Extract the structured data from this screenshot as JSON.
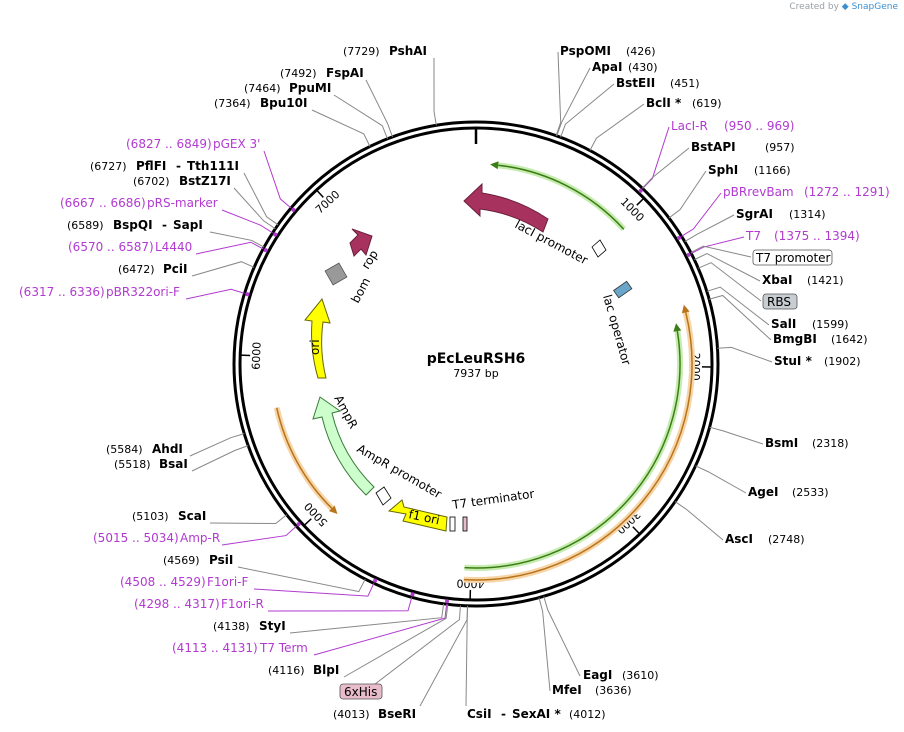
{
  "watermark": {
    "prefix": "Created by",
    "brand": "SnapGene"
  },
  "plasmid": {
    "name": "pEcLeuRSH6",
    "size_label": "7937 bp",
    "length": 7937
  },
  "ticks": [
    {
      "label": "1000",
      "pos": 1000
    },
    {
      "label": "2000",
      "pos": 2000
    },
    {
      "label": "3000",
      "pos": 3000
    },
    {
      "label": "4000",
      "pos": 4000
    },
    {
      "label": "5000",
      "pos": 5000
    },
    {
      "label": "6000",
      "pos": 6000
    },
    {
      "label": "7000",
      "pos": 7000
    }
  ],
  "enzymes_right": [
    {
      "name": "PspOMI",
      "pos": "(426)",
      "bp": 426
    },
    {
      "name": "ApaI",
      "pos": "(430)",
      "bp": 430
    },
    {
      "name": "BstEII",
      "pos": "(451)",
      "bp": 451
    },
    {
      "name": "BclI *",
      "pos": "(619)",
      "bp": 619
    },
    {
      "name": "BstAPI",
      "pos": "(957)",
      "bp": 957
    },
    {
      "name": "SphI",
      "pos": "(1166)",
      "bp": 1166
    },
    {
      "name": "SgrAI",
      "pos": "(1314)",
      "bp": 1314
    },
    {
      "name": "XbaI",
      "pos": "(1421)",
      "bp": 1421
    },
    {
      "name": "SalI",
      "pos": "(1599)",
      "bp": 1599
    },
    {
      "name": "BmgBI",
      "pos": "(1642)",
      "bp": 1642
    },
    {
      "name": "StuI *",
      "pos": "(1902)",
      "bp": 1902
    },
    {
      "name": "BsmI",
      "pos": "(2318)",
      "bp": 2318
    },
    {
      "name": "AgeI",
      "pos": "(2533)",
      "bp": 2533
    },
    {
      "name": "AscI",
      "pos": "(2748)",
      "bp": 2748
    },
    {
      "name": "EagI",
      "pos": "(3610)",
      "bp": 3610
    },
    {
      "name": "MfeI",
      "pos": "(3636)",
      "bp": 3636
    }
  ],
  "enzymes_left": [
    {
      "name": "PshAI",
      "pos": "(7729)",
      "bp": 7729
    },
    {
      "name": "FspAI",
      "pos": "(7492)",
      "bp": 7492
    },
    {
      "name": "PpuMI",
      "pos": "(7464)",
      "bp": 7464
    },
    {
      "name": "Bpu10I",
      "pos": "(7364)",
      "bp": 7364
    },
    {
      "name": "PflFI",
      "name2": "Tth111I",
      "pos": "(6727)",
      "bp": 6727
    },
    {
      "name": "BstZ17I",
      "pos": "(6702)",
      "bp": 6702
    },
    {
      "name": "BspQI",
      "name2": "SapI",
      "pos": "(6589)",
      "bp": 6589
    },
    {
      "name": "PciI",
      "pos": "(6472)",
      "bp": 6472
    },
    {
      "name": "AhdI",
      "pos": "(5584)",
      "bp": 5584
    },
    {
      "name": "BsaI",
      "pos": "(5518)",
      "bp": 5518
    },
    {
      "name": "ScaI",
      "pos": "(5103)",
      "bp": 5103
    },
    {
      "name": "PsiI",
      "pos": "(4569)",
      "bp": 4569
    },
    {
      "name": "StyI",
      "pos": "(4138)",
      "bp": 4138
    },
    {
      "name": "BlpI",
      "pos": "(4116)",
      "bp": 4116
    },
    {
      "name": "BseRI",
      "pos": "(4013)",
      "bp": 4013
    }
  ],
  "enzyme_bottom": {
    "name": "CsiI",
    "name2": "SexAI *",
    "pos": "(4012)",
    "bp": 4012
  },
  "primers": [
    {
      "name": "LacI-R",
      "range": "(950 .. 969)",
      "bp": 960
    },
    {
      "name": "pBRrevBam",
      "range": "(1272 .. 1291)",
      "bp": 1282
    },
    {
      "name": "T7",
      "range": "(1375 .. 1394)",
      "bp": 1385
    },
    {
      "name": "pGEX 3'",
      "range": "(6827 .. 6849)",
      "bp": 6838
    },
    {
      "name": "pRS-marker",
      "range": "(6667 .. 6686)",
      "bp": 6676
    },
    {
      "name": "L4440",
      "range": "(6570 .. 6587)",
      "bp": 6579
    },
    {
      "name": "pBR322ori-F",
      "range": "(6317 .. 6336)",
      "bp": 6327
    },
    {
      "name": "Amp-R",
      "range": "(5015 .. 5034)",
      "bp": 5025
    },
    {
      "name": "F1ori-F",
      "range": "(4508 .. 4529)",
      "bp": 4519
    },
    {
      "name": "F1ori-R",
      "range": "(4298 .. 4317)",
      "bp": 4308
    },
    {
      "name": "T7 Term",
      "range": "(4113 .. 4131)",
      "bp": 4122
    }
  ],
  "boxed_features": [
    {
      "name": "T7 promoter",
      "color": "#ffffff"
    },
    {
      "name": "RBS",
      "color": "#c8cdd1"
    },
    {
      "name": "6xHis",
      "color": "#e8bccb"
    }
  ],
  "features": {
    "lacI": "lacI",
    "lacI_promoter": "lacI promoter",
    "lac_operator": "lac operator",
    "rop": "rop",
    "bom": "bom",
    "ori": "ori",
    "AmpR": "AmpR",
    "AmpR_promoter": "AmpR promoter",
    "f1_ori": "f1 ori",
    "T7_terminator": "T7 terminator"
  },
  "colors": {
    "lacI": "#a8325e",
    "rop": "#a8325e",
    "ori": "#ffff00",
    "AmpR": "#ccffcc",
    "f1_ori": "#ffff00",
    "bom": "#999999",
    "primer": "#b23ad0",
    "orf_green": "#5fae1e",
    "orf_orange": "#e59a3a"
  }
}
